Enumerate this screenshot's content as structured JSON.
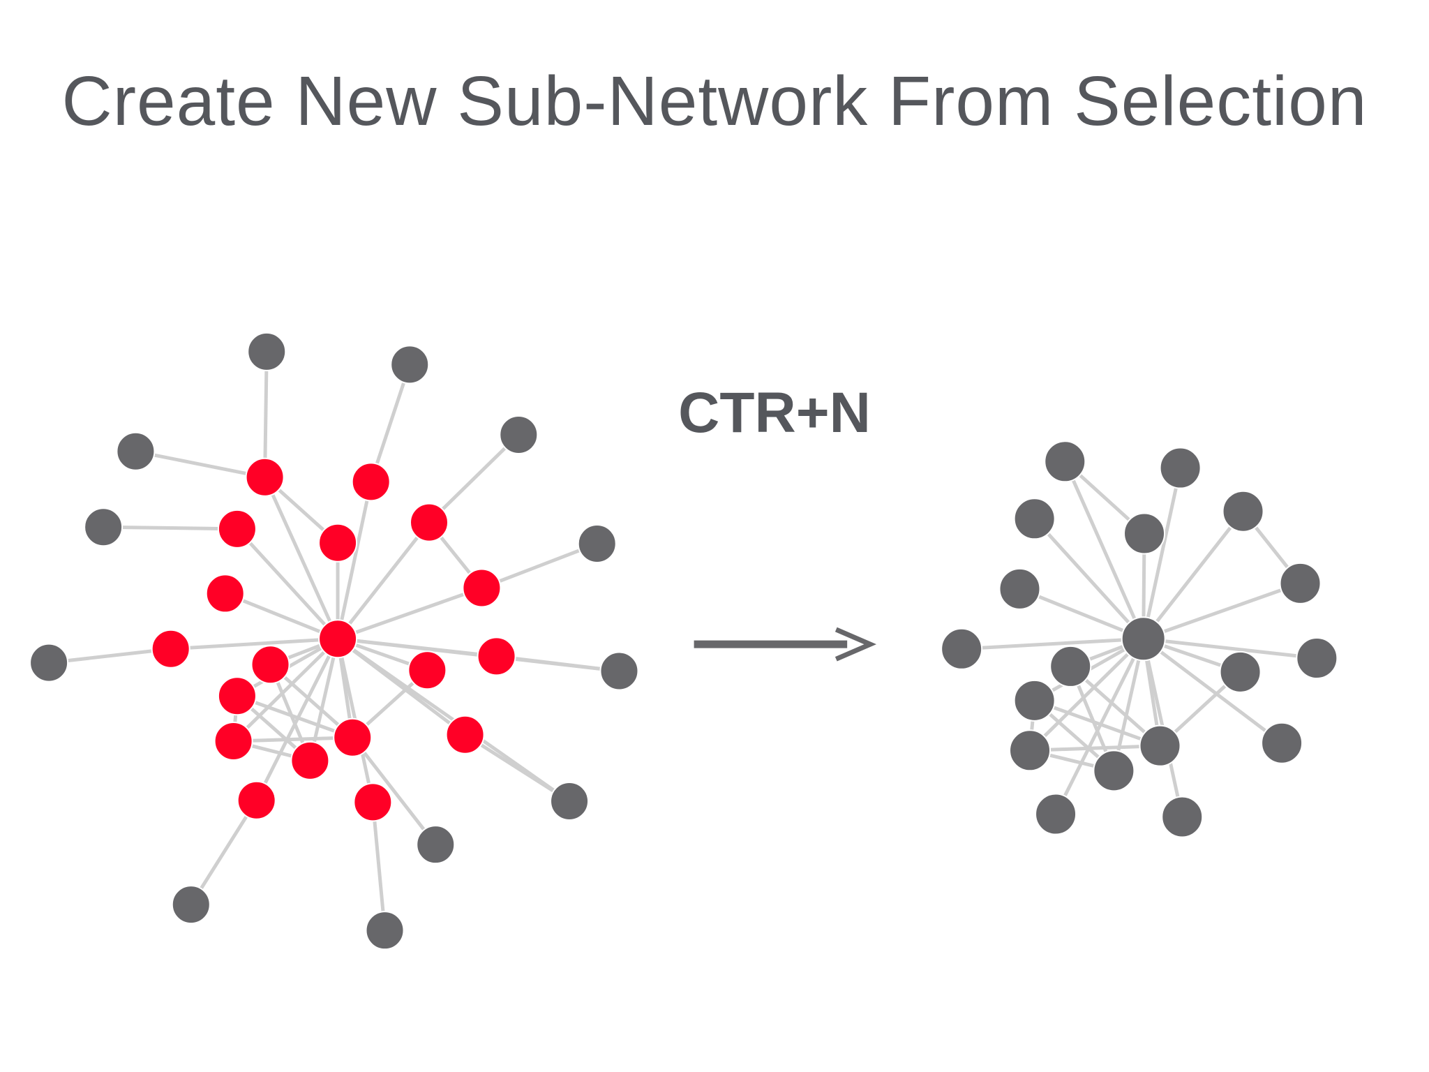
{
  "title": "Create New Sub-Network From Selection",
  "shortcut": "CTR+N",
  "colors": {
    "selected_node": "#ff0026",
    "unselected_node": "#67676a",
    "edge": "#cfcfcf",
    "arrow": "#67676a",
    "text": "#55575c"
  },
  "source_network": {
    "hub": "n0",
    "selected_nodes": [
      "n0",
      "n1",
      "n2",
      "n3",
      "n4",
      "n5",
      "n6",
      "n7",
      "n8",
      "n9",
      "n10",
      "n11",
      "n12",
      "n13",
      "n14",
      "n15",
      "n16",
      "n17"
    ],
    "unselected_nodes": [
      "n18",
      "n19",
      "n20",
      "n21",
      "n22",
      "n23",
      "n24",
      "n25",
      "n26",
      "n27",
      "n28",
      "n29",
      "n30"
    ]
  },
  "result_network": {
    "hub": "m0",
    "nodes": [
      "m0",
      "m1",
      "m2",
      "m3",
      "m4",
      "m5",
      "m6",
      "m7",
      "m8",
      "m9",
      "m10",
      "m11",
      "m12",
      "m13",
      "m14",
      "m15",
      "m16",
      "m17"
    ]
  },
  "action_arrow": "arrow-right-icon"
}
